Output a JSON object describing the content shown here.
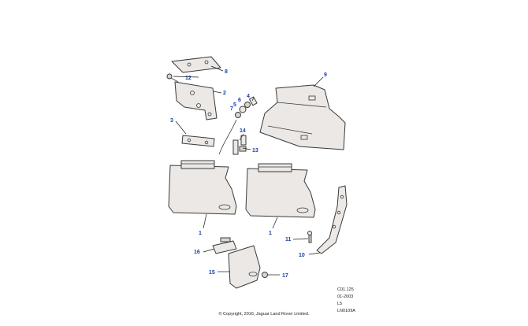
{
  "callouts": [
    {
      "id": "1a",
      "label": "1"
    },
    {
      "id": "1b",
      "label": "1"
    },
    {
      "id": "2",
      "label": "2"
    },
    {
      "id": "3",
      "label": "3"
    },
    {
      "id": "4",
      "label": "4"
    },
    {
      "id": "5",
      "label": "5"
    },
    {
      "id": "6",
      "label": "6"
    },
    {
      "id": "7",
      "label": "7"
    },
    {
      "id": "8",
      "label": "8"
    },
    {
      "id": "9",
      "label": "9"
    },
    {
      "id": "10",
      "label": "10"
    },
    {
      "id": "11",
      "label": "11"
    },
    {
      "id": "12",
      "label": "12"
    },
    {
      "id": "13",
      "label": "13"
    },
    {
      "id": "14",
      "label": "14"
    },
    {
      "id": "15",
      "label": "15"
    },
    {
      "id": "16",
      "label": "16"
    },
    {
      "id": "17",
      "label": "17"
    }
  ],
  "reference": {
    "line1": "C01.125",
    "line2": "01-2003",
    "line3": "L5",
    "line4": "LN0109A"
  },
  "copyright": "© Copyright, 2016, Jaguar Land Rover Limited.",
  "colors": {
    "callout": "#1a3fb0",
    "part_fill": "#ebe8e5",
    "line": "#3a3a3a"
  }
}
